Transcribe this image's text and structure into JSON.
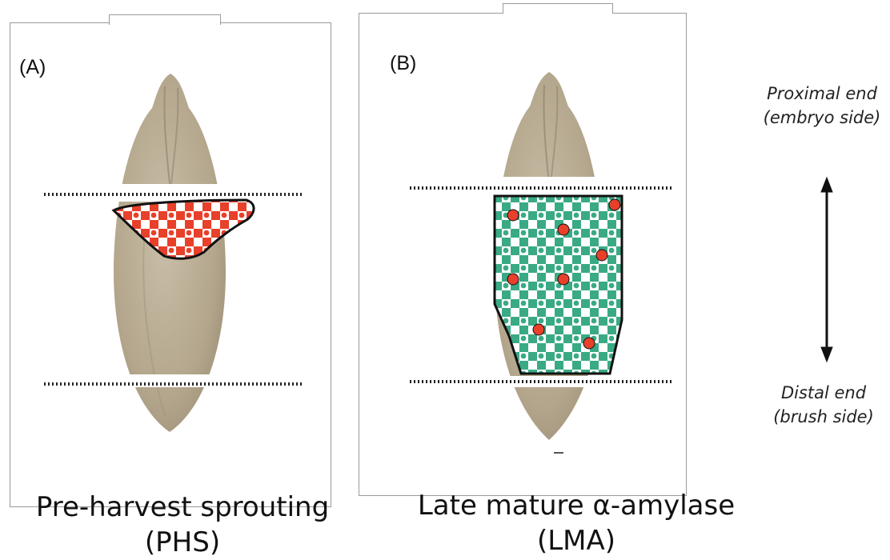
{
  "panels": [
    {
      "label": "(A)",
      "caption_line1": "Pre-harvest sprouting",
      "caption_line2": "(PHS)",
      "pattern_color": "#e8402a",
      "icon": "wheat-grain-icon"
    },
    {
      "label": "(B)",
      "caption_line1": "Late mature α-amylase",
      "caption_line2": "(LMA)",
      "pattern_color": "#3aaa85",
      "spot_color": "#e8402a",
      "icon": "wheat-grain-icon"
    }
  ],
  "orientation": {
    "top_line1": "Proximal end",
    "top_line2": "(embryo side)",
    "bottom_line1": "Distal end",
    "bottom_line2": "(brush side)",
    "icon": "double-arrow-icon"
  },
  "colors": {
    "grain": "#b9ad96",
    "outline": "#111111"
  }
}
